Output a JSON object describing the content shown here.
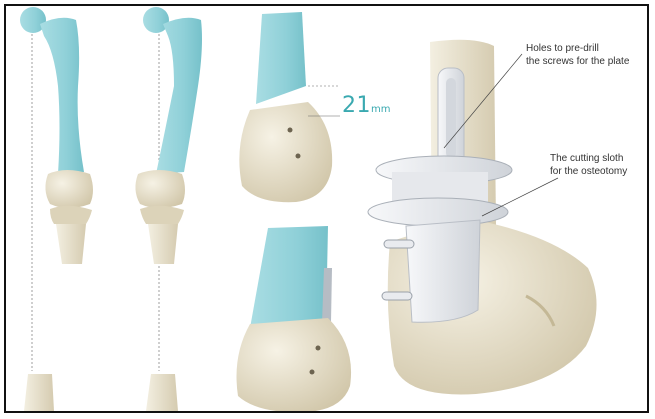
{
  "measurement": {
    "value": "21",
    "unit": "mm"
  },
  "labels": {
    "holes": [
      "Holes to pre-drill",
      "the screws for the plate"
    ],
    "cutting_slot": [
      "The cutting sloth",
      "for the osteotomy"
    ]
  },
  "colors": {
    "bone": "#e8e1cb",
    "bone_shade": "#c9bea0",
    "femur_highlight": "#8fd0d8",
    "guide": "#e4e6ea",
    "accent_text": "#3aa9b0"
  }
}
